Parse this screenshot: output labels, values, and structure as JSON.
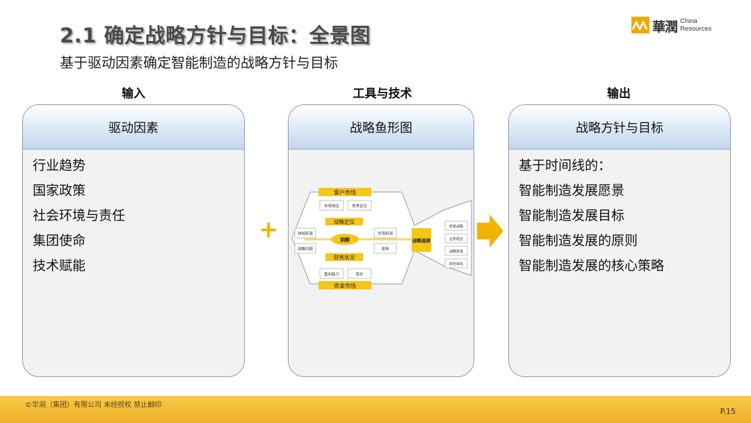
{
  "header": {
    "title": "2.1 确定战略方针与目标：全景图",
    "subtitle": "基于驱动因素确定智能制造的战略方针与目标"
  },
  "logo": {
    "cn_text": "華潤",
    "en_line1": "China",
    "en_line2": "Resources",
    "colors": {
      "mark": "#f0a800"
    }
  },
  "columns": {
    "input": {
      "heading": "输入",
      "panel_title": "驱动因素",
      "items": [
        "行业趋势",
        "国家政策",
        "社会环境与责任",
        "集团使命",
        "技术赋能"
      ]
    },
    "tools": {
      "heading": "工具与技术",
      "panel_title": "战略鱼形图",
      "fishbone": {
        "top_label": "客户市场",
        "bottom_label": "资金市场",
        "upper_mid": "战略定位",
        "lower_mid": "财务状况",
        "center": "洞察",
        "choice": "战略选择",
        "upper_boxes": [
          "市场地位",
          "竞争定位"
        ],
        "lower_boxes": [
          "盈利能力",
          "增长"
        ],
        "left_boxes": [
          "领域标准",
          "战略问题"
        ],
        "mid_boxes": [
          "市场利润",
          "竞争"
        ],
        "right_boxes": [
          "愿景战略",
          "业务组合",
          "战略举措",
          "财务目标"
        ]
      }
    },
    "output": {
      "heading": "输出",
      "panel_title": "战略方针与目标",
      "items": [
        "基于时间线的：",
        "智能制造发展愿景",
        "智能制造发展目标",
        "智能制造发展的原则",
        "智能制造发展的核心策略"
      ]
    }
  },
  "symbols": {
    "plus": "+",
    "accent_color": "#f0b400"
  },
  "footer": {
    "copyright": "©华润（集团）有限公司  未经授权  禁止翻印",
    "page": "P.15"
  }
}
